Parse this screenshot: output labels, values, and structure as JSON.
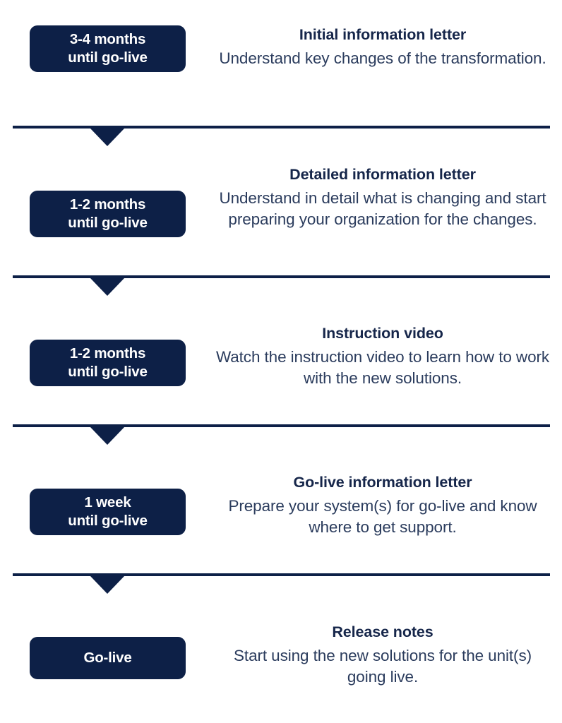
{
  "diagram": {
    "title": "Go-live communication timeline",
    "colors": {
      "navy": "#0d2047",
      "heading": "#16264a",
      "body": "#2b3c5d",
      "badge_text": "#ffffff",
      "background": "#ffffff"
    }
  },
  "stages": [
    {
      "badge": "3-4 months\nuntil go-live",
      "title": "Initial information letter",
      "description": "Understand key changes of the transformation."
    },
    {
      "badge": "1-2 months\nuntil go-live",
      "title": "Detailed information letter",
      "description": "Understand in detail what is changing and start preparing your organization for the changes."
    },
    {
      "badge": "1-2 months\nuntil go-live",
      "title": "Instruction video",
      "description": "Watch the instruction video to learn how to work with the new solutions."
    },
    {
      "badge": "1  week\nuntil go-live",
      "title": "Go-live information letter",
      "description": "Prepare your system(s) for go-live and know where to get support."
    },
    {
      "badge": "Go-live",
      "title": "Release notes",
      "description": "Start using the new solutions for the unit(s) going live."
    }
  ],
  "dividers": [
    {
      "name": "divider-1"
    },
    {
      "name": "divider-2"
    },
    {
      "name": "divider-3"
    },
    {
      "name": "divider-4"
    }
  ]
}
